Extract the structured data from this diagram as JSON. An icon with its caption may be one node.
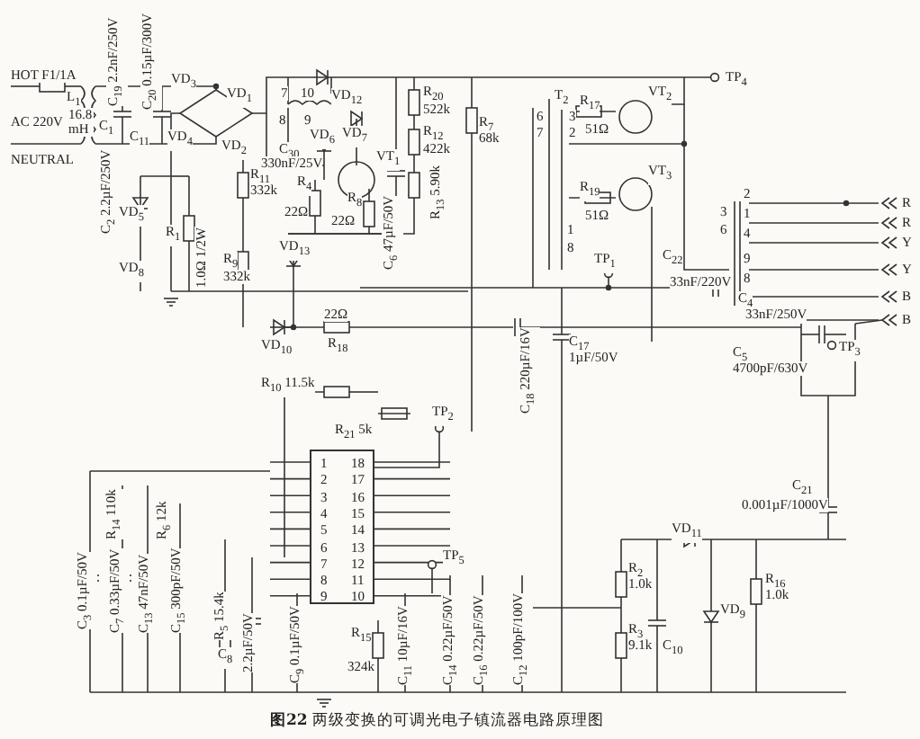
{
  "diagram": {
    "caption": "**图22** 两级变换的可调光电子镇流器电路原理图",
    "nodes": [
      {
        "text": [
          "1",
          "18",
          "2",
          "17",
          "3",
          "16",
          "4",
          "15",
          "5",
          "14",
          "6",
          "13",
          "7",
          "12",
          "8",
          "11",
          "9",
          "10"
        ]
      }
    ],
    "labels": [
      "HOT F1/1A",
      "AC 220V",
      "NEUTRAL",
      "L$_{1}$",
      "16.8 mH",
      "C$_{19}$ 2.2nF/250V",
      "C$_{20}$ 0.15µF/300V",
      "C$_{1}$",
      "C$_{11}$",
      "VD$_{3}$",
      "VD$_{1}$",
      "VD$_{4}$",
      "VD$_{2}$",
      "C$_{2}$ 2.2µF/250V",
      "VD$_{5}$",
      "R$_{1}$",
      "1.0Ω 1/2W",
      "R$_{11}$",
      "332k",
      "7",
      "10",
      "8",
      "9",
      "VD$_{6}$",
      "C$_{30}$",
      "330nF/25V",
      "R$_{4}$",
      "22Ω",
      "VD$_{12}$",
      "VD$_{7}$",
      "VT$_{1}$",
      "R$_{8}$",
      "22Ω",
      "C$_{6}$ 47µF/50V",
      "R$_{20}$",
      "522k",
      "R$_{12}$",
      "422k",
      "R$_{13}$ 5.90k",
      "R$_{7}$",
      "68k",
      "TP$_{4}$",
      "T$_{2}$",
      "6",
      "3",
      "7",
      "2",
      "R$_{17}$",
      "51Ω",
      "VT$_{2}$",
      "VT$_{3}$",
      "R$_{19}$",
      "51Ω",
      "1",
      "8",
      "2",
      "3",
      "1",
      "6",
      "4",
      "9",
      "8",
      "R",
      "R",
      "Y",
      "Y",
      "B",
      "B",
      "TP$_{1}$",
      "C$_{22}$",
      "33nF/220V",
      "C$_{4}$",
      "33nF/250V",
      "VD$_{8}$",
      "R$_{9}$",
      "332k",
      "VD$_{13}$",
      "VD$_{10}$",
      "22Ω",
      "R$_{18}$",
      "C$_{18}$ 220µF/16V",
      "C$_{17}$",
      "1µF/50V",
      "C$_{5}$",
      "4700pF/630V",
      "TP$_{3}$",
      "R$_{10}$ 11.5k",
      "R$_{21}$ 5k",
      "TP$_{2}$",
      "C$_{21}$",
      "0.001µF/1000V",
      "R$_{14}$ 110k",
      "R$_{6}$ 12k",
      "TP$_{5}$",
      "C$_{3}$ 0.1µF/50V",
      "C$_{7}$ 0.33µF/50V",
      "C$_{13}$ 47nF/50V",
      "C$_{15}$ 300pF/50V",
      "R$_{5}$ 15.4k",
      "VD$_{11}$",
      "R$_{2}$",
      "1.0k",
      "C$_{8}$",
      "2.2µF/50V",
      "C$_{9}$ 0.1µF/50V",
      "R$_{15}$",
      "324k",
      "C$_{11}$ 10µF/16V",
      "C$_{14}$ 0.22µF/50V",
      "C$_{16}$ 0.22µF/50V",
      "C$_{12}$ 100pF/100V",
      "VD$_{9}$",
      "C$_{10}$",
      "R$_{16}$",
      "1.0k",
      "R$_{3}$",
      "9.1k"
    ]
  }
}
